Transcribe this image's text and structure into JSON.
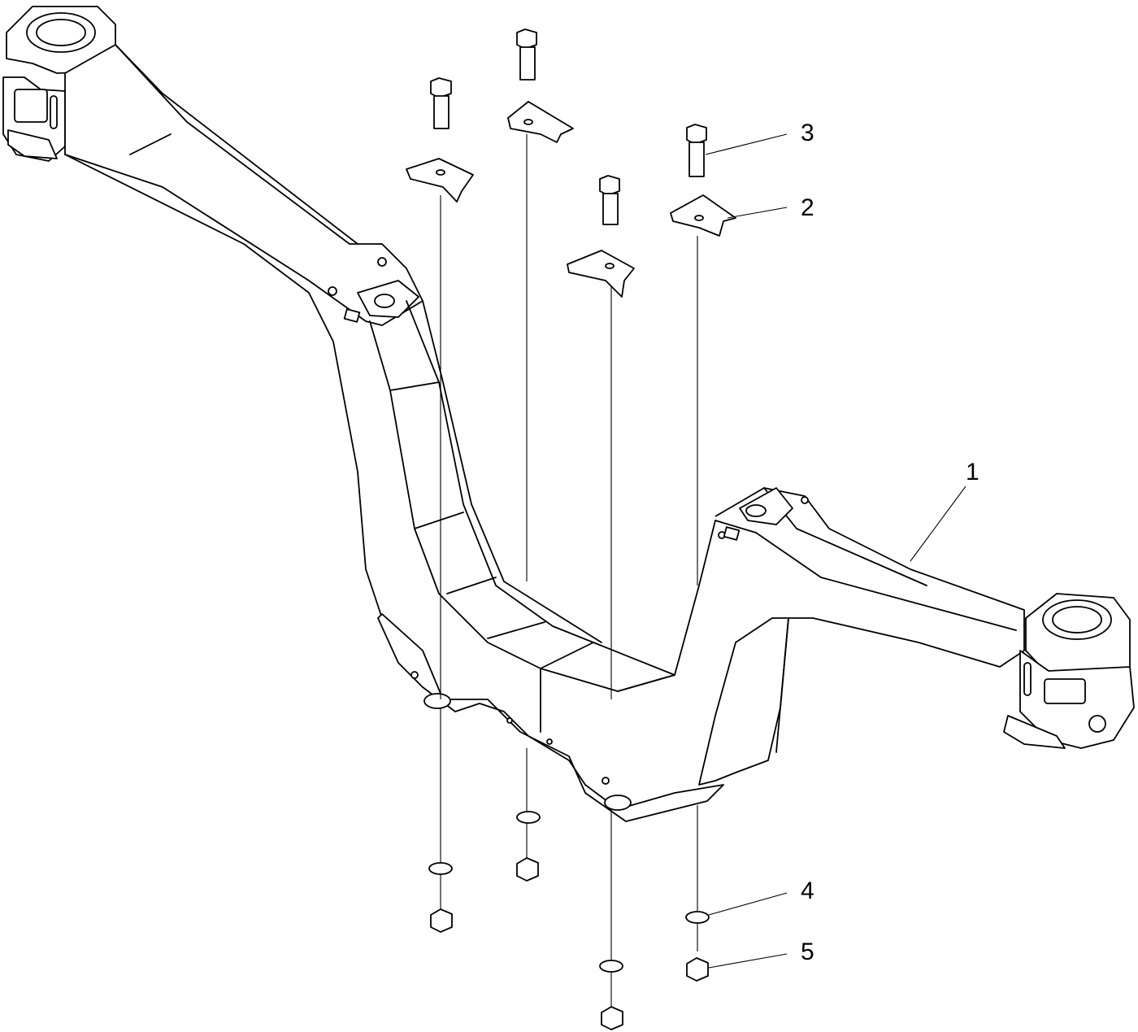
{
  "callouts": [
    {
      "id": "frame",
      "label": "1"
    },
    {
      "id": "plate",
      "label": "2"
    },
    {
      "id": "bolt",
      "label": "3"
    },
    {
      "id": "washer",
      "label": "4"
    },
    {
      "id": "nut",
      "label": "5"
    }
  ]
}
